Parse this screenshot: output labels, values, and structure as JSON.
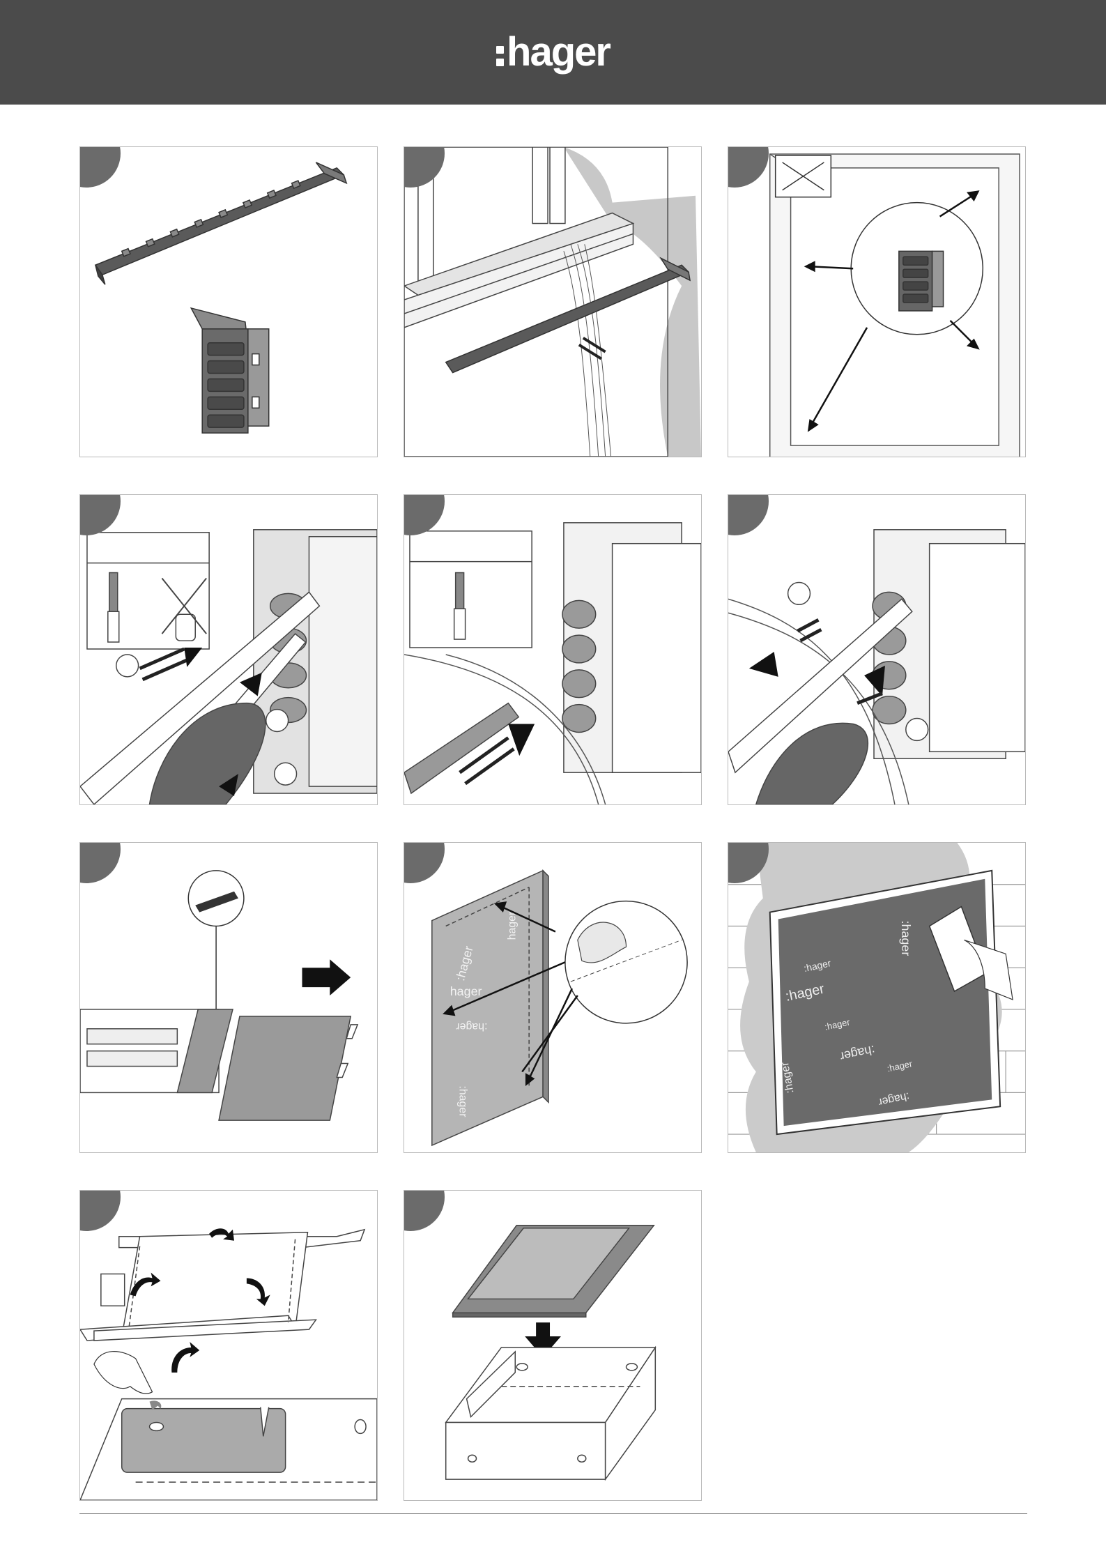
{
  "header": {
    "brand": "hager",
    "bg_color": "#4b4b4b"
  },
  "colors": {
    "panel_border": "#b9b9b9",
    "badge": "#6b6b6b",
    "dark_part": "#555555",
    "mid_gray": "#9a9a9a",
    "light_gray": "#d8d8d8",
    "plaster": "#c8c8c8"
  },
  "panels": [
    {
      "step": "",
      "subject": "n-bar-and-terminal-block"
    },
    {
      "step": "",
      "subject": "bar-mounting-in-enclosure"
    },
    {
      "step": "",
      "subject": "terminal-block-positions"
    },
    {
      "step": "",
      "subject": "release-wire-with-screwdriver"
    },
    {
      "step": "",
      "subject": "insert-wire-into-terminal"
    },
    {
      "step": "",
      "subject": "remove-wire-from-terminal"
    },
    {
      "step": "",
      "subject": "cut-protective-cover"
    },
    {
      "step": "",
      "subject": "peel-protective-film"
    },
    {
      "step": "",
      "subject": "plaster-over-enclosure"
    },
    {
      "step": "",
      "subject": "fold-mounting-tabs"
    },
    {
      "step": "",
      "subject": "fit-cover-on-box"
    }
  ],
  "labels": {
    "film_marks": [
      ":hager",
      "hager",
      ":hager",
      "hager",
      ":hager"
    ],
    "plaster_marks": [
      ":hager",
      ":hager",
      ":hager",
      ":hager",
      ":hager",
      ":hager",
      ":hager",
      ":hager"
    ]
  }
}
